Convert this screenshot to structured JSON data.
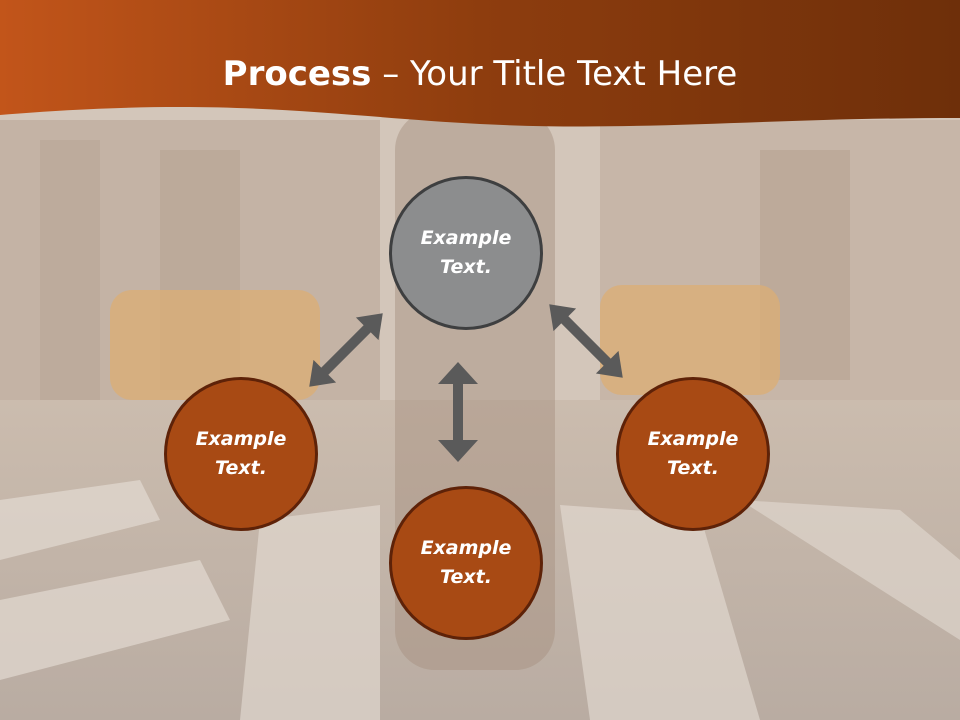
{
  "slide": {
    "title_bold": "Process",
    "title_dash": " – ",
    "title_rest": "Your Title Text Here"
  },
  "nodes": {
    "top": {
      "line1": "Example",
      "line2": "Text."
    },
    "left": {
      "line1": "Example",
      "line2": "Text."
    },
    "right": {
      "line1": "Example",
      "line2": "Text."
    },
    "bottom": {
      "line1": "Example",
      "line2": "Text."
    }
  },
  "colors": {
    "header_dark": "#6e2f0a",
    "header_orange": "#c2551a",
    "node_gray": "#8c8d8e",
    "node_orange": "#a84a14",
    "arrow": "#5a5a5a"
  }
}
